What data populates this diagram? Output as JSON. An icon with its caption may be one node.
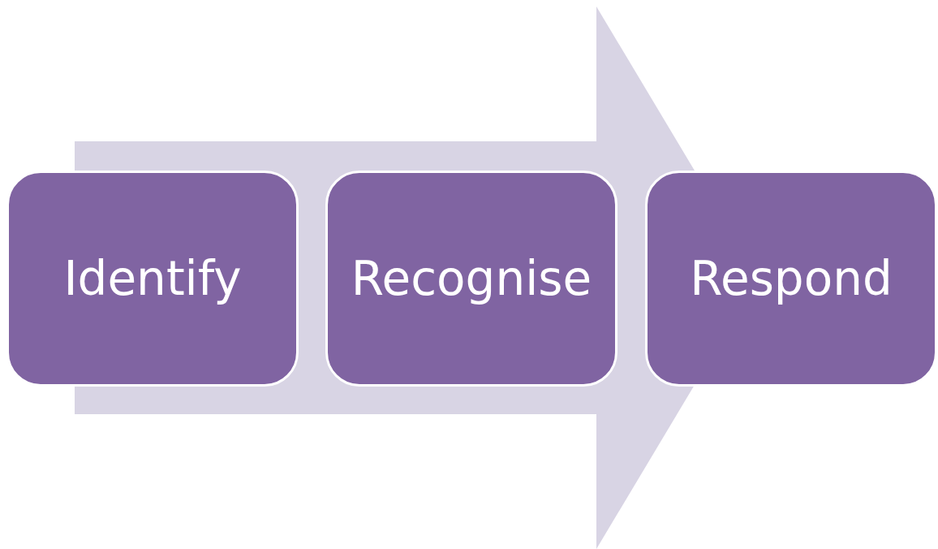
{
  "diagram": {
    "nodes": [
      {
        "text": [
          "Identify"
        ]
      },
      {
        "text": [
          "Recognise"
        ]
      },
      {
        "text": [
          "Respond"
        ]
      }
    ],
    "edges": [
      {
        "from": 0,
        "to": 2,
        "arrow": "to",
        "style": "thick"
      }
    ]
  }
}
